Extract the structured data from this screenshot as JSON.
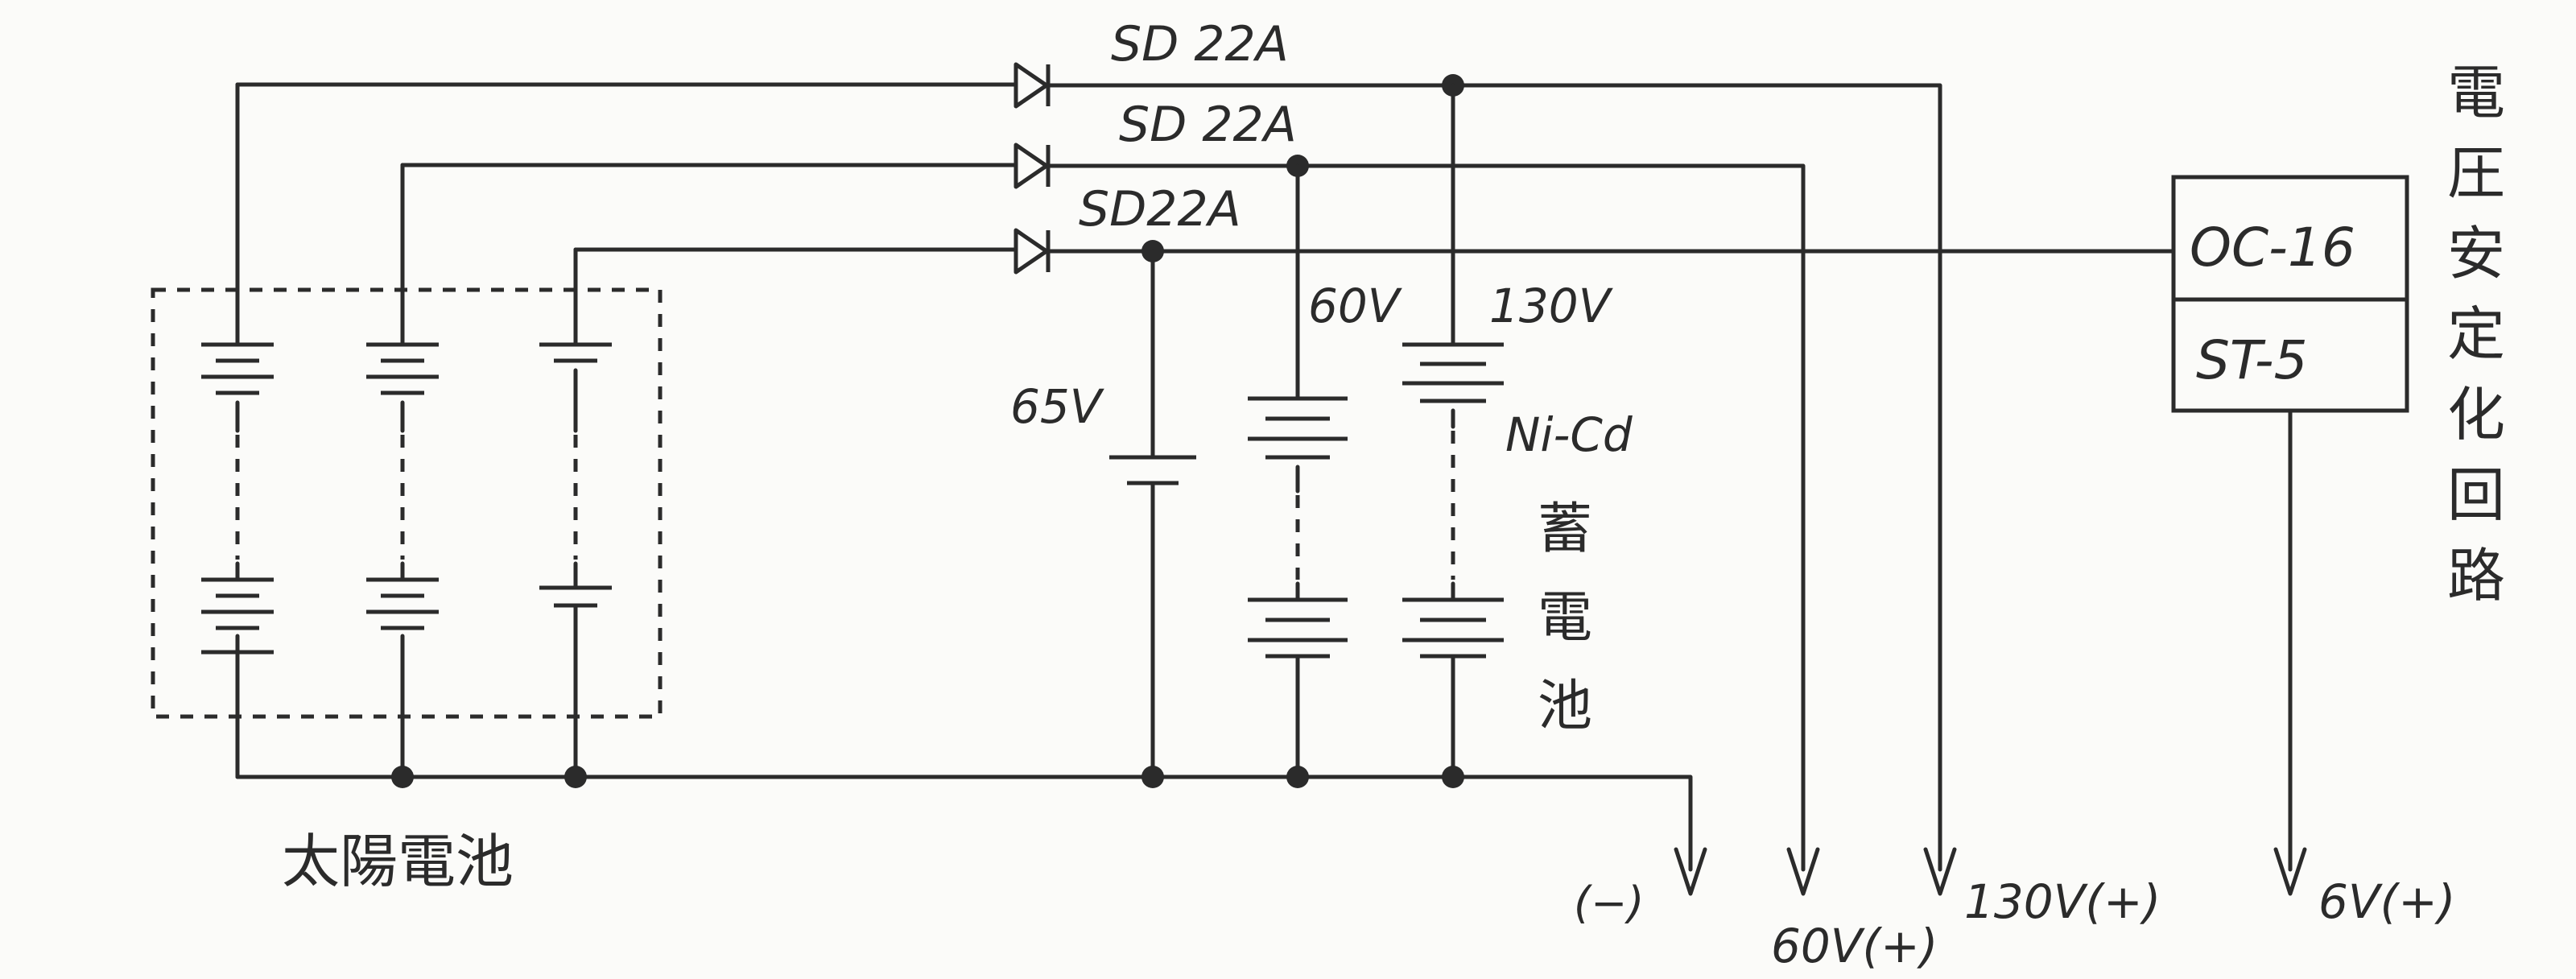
{
  "diodes": [
    {
      "label": "SD 22A"
    },
    {
      "label": "SD 22A"
    },
    {
      "label": "SD22A"
    }
  ],
  "voltages": {
    "v65": "65V",
    "v60": "60V",
    "v130": "130V"
  },
  "battery": {
    "type": "Ni-Cd",
    "name_chars": [
      "蓄",
      "電",
      "池"
    ]
  },
  "solar_label": "太陽電池",
  "regulator": {
    "top": "OC-16",
    "bottom": "ST-5",
    "name_chars": [
      "電",
      "圧",
      "安",
      "定",
      "化",
      "回",
      "路"
    ]
  },
  "outputs": {
    "neg": "(−)",
    "v60": "60V(+)",
    "v130": "130V(+)",
    "v6": "6V(+)"
  },
  "colors": {
    "ink": "#2b2b2b",
    "paper": "#fbfbf9"
  }
}
